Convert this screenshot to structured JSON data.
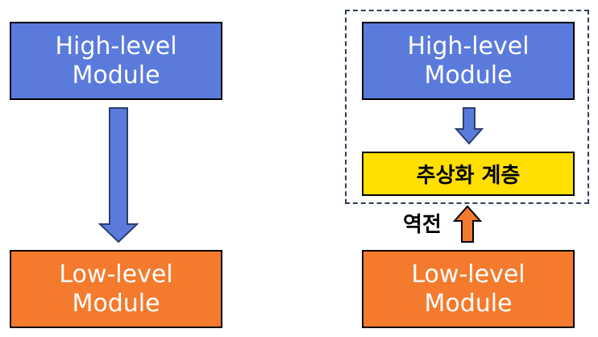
{
  "left": {
    "high_module": "High-level\nModule",
    "low_module": "Low-level\nModule"
  },
  "right": {
    "high_module": "High-level\nModule",
    "abstraction_layer": "추상화 계층",
    "inversion_label": "역전",
    "low_module": "Low-level\nModule"
  },
  "colors": {
    "high": "#5b7bdc",
    "low": "#f47a2e",
    "abstraction": "#ffe000",
    "arrow": "#5b7bdc",
    "inversion_arrow": "#f47a2e"
  }
}
